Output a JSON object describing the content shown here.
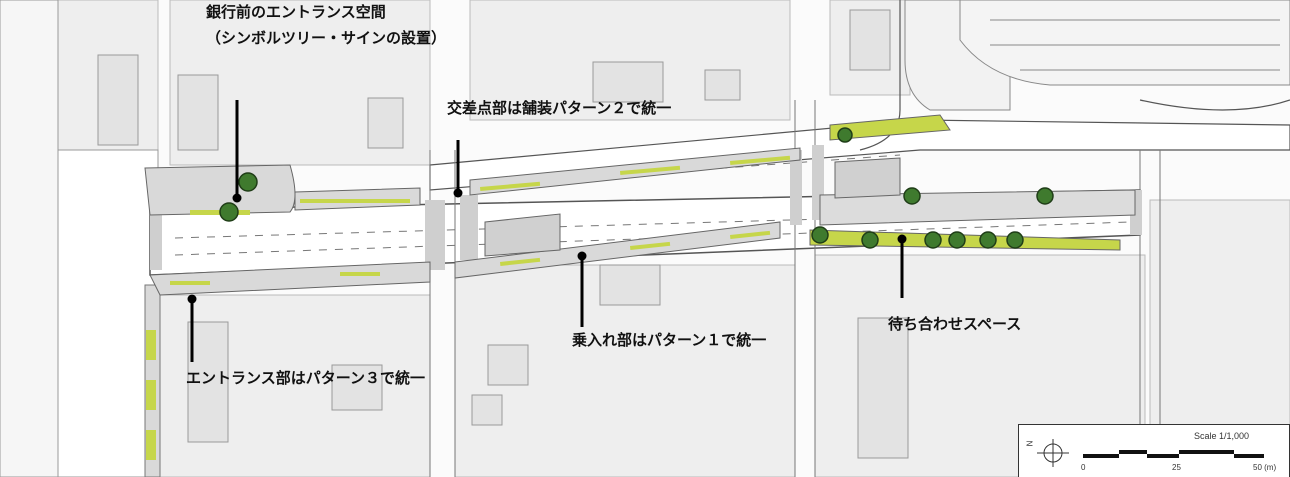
{
  "annotations": {
    "bank_entrance_line1": "銀行前のエントランス空間",
    "bank_entrance_line2": "（シンボルツリー・サインの設置）",
    "intersection": "交差点部は舗装パターン２で統一",
    "boarding": "乗入れ部はパターン１で統一",
    "entrance": "エントランス部はパターン３で統一",
    "waiting": "待ち合わせスペース"
  },
  "scale": {
    "title": "Scale 1/1,000",
    "tick0": "0",
    "tick25": "25",
    "tick50": "50 (m)",
    "north": "N"
  },
  "colors": {
    "paving_green": "#c6d64a",
    "tree_green": "#3f7a2e",
    "road": "#ffffff",
    "sidewalk": "#d9d9d9",
    "block": "#e8e8e8"
  }
}
